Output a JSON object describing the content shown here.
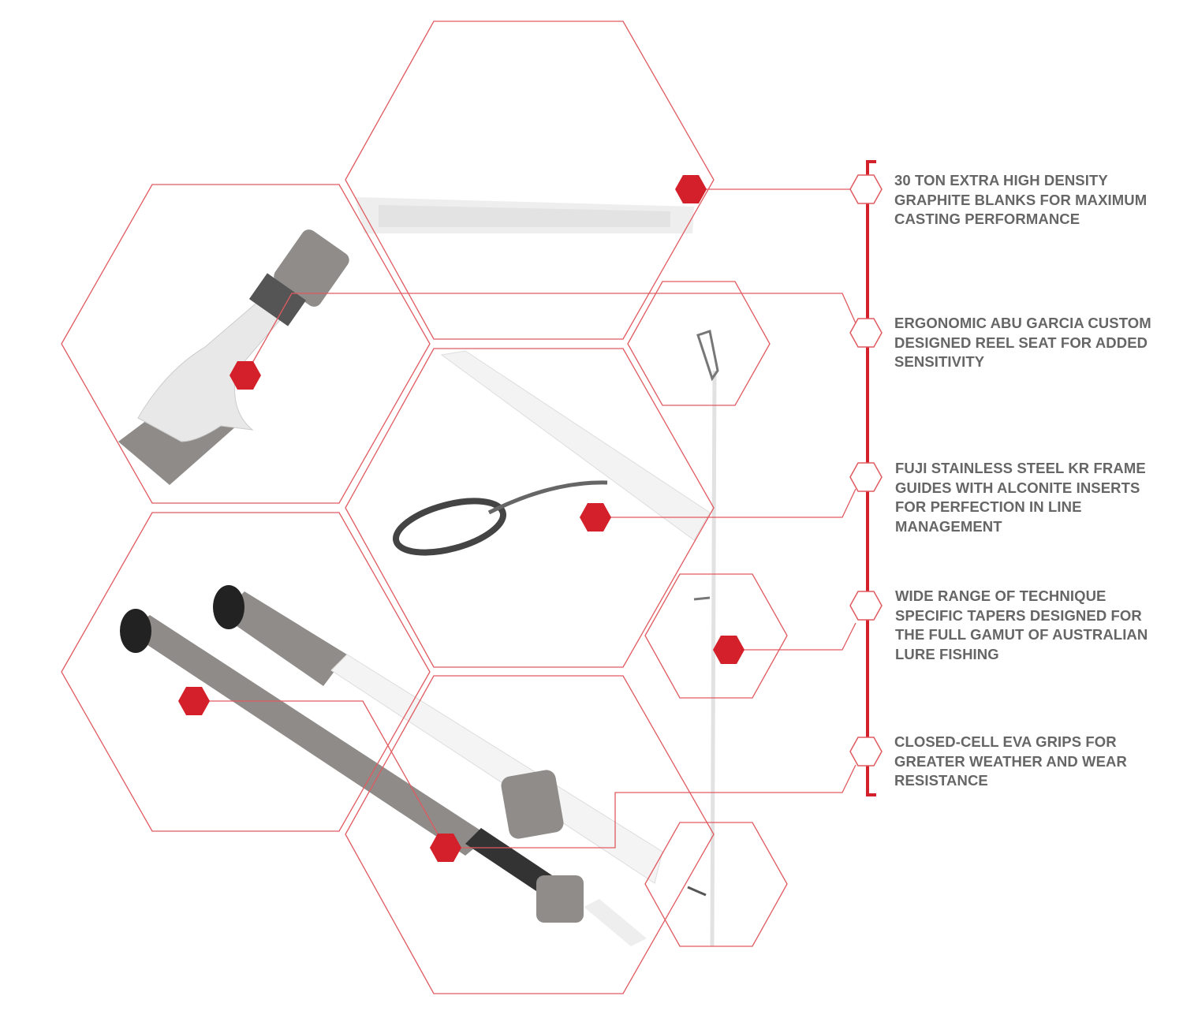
{
  "colors": {
    "accent": "#d3202a",
    "text": "#666666",
    "line": "#e05a60"
  },
  "features": [
    {
      "text": "30 TON EXTRA HIGH DENSITY GRAPHITE BLANKS FOR MAXIMUM CASTING PERFORMANCE"
    },
    {
      "text": "ERGONOMIC ABU GARCIA CUSTOM DESIGNED REEL SEAT FOR ADDED SENSITIVITY"
    },
    {
      "text": "FUJI STAINLESS STEEL KR FRAME GUIDES WITH ALCONITE INSERTS FOR PERFECTION IN LINE MANAGEMENT"
    },
    {
      "text": "WIDE RANGE OF TECHNIQUE SPECIFIC TAPERS DESIGNED FOR THE FULL GAMUT OF AUSTRALIAN LURE FISHING"
    },
    {
      "text": "CLOSED-CELL EVA GRIPS FOR GREATER WEATHER AND WEAR RESISTANCE"
    }
  ]
}
